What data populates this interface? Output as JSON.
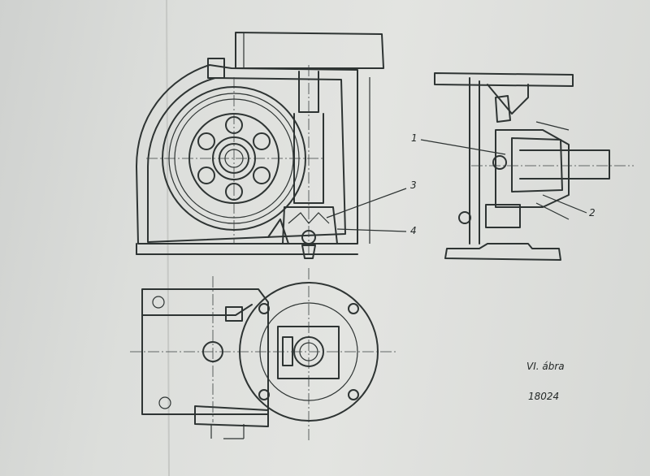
{
  "drawing": {
    "figure_caption": "VI. ábra",
    "drawing_number": "18024",
    "callouts": [
      "1",
      "2",
      "3",
      "4"
    ]
  },
  "colors": {
    "paper": "#dcdedb",
    "ink": "#2e3433"
  }
}
